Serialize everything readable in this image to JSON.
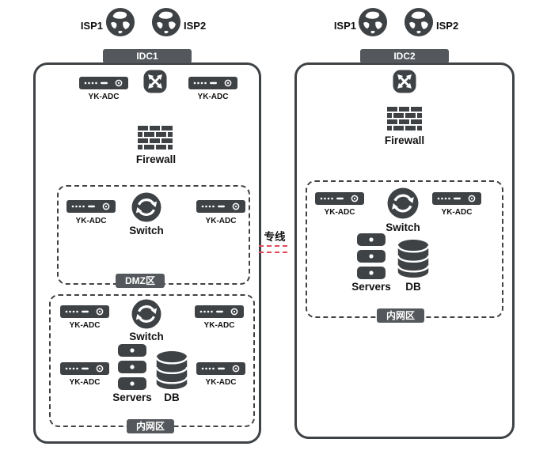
{
  "colors": {
    "dark": "#3f4245",
    "badge": "#54575b",
    "red": "#e0485e"
  },
  "idc1": {
    "title": "IDC1",
    "isp_left": "ISP1",
    "isp_right": "ISP2",
    "adc_top_left": "YK-ADC",
    "adc_top_right": "YK-ADC",
    "firewall_label": "Firewall",
    "dmz": {
      "badge": "DMZ区",
      "adc_left": "YK-ADC",
      "switch_label": "Switch",
      "adc_right": "YK-ADC"
    },
    "intranet": {
      "badge": "内网区",
      "adc_top_left": "YK-ADC",
      "switch_label": "Switch",
      "adc_top_right": "YK-ADC",
      "servers_label": "Servers",
      "db_label": "DB",
      "adc_bottom_left": "YK-ADC",
      "adc_bottom_right": "YK-ADC"
    }
  },
  "link": {
    "label": "专线"
  },
  "idc2": {
    "title": "IDC2",
    "isp_left": "ISP1",
    "isp_right": "ISP2",
    "firewall_label": "Firewall",
    "intranet": {
      "badge": "内网区",
      "adc_left": "YK-ADC",
      "switch_label": "Switch",
      "adc_right": "YK-ADC",
      "servers_label": "Servers",
      "db_label": "DB"
    }
  }
}
